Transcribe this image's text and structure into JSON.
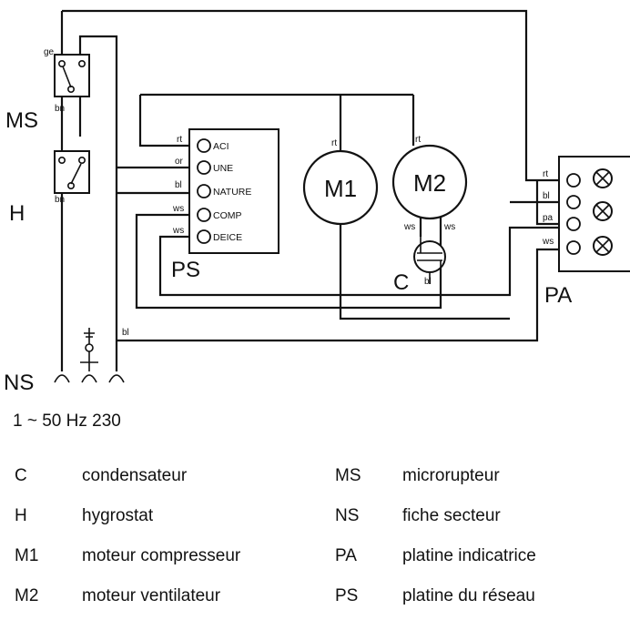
{
  "diagram": {
    "labels": {
      "ms": "MS",
      "h": "H",
      "ps": "PS",
      "ns": "NS",
      "pa": "PA",
      "c": "C",
      "m1": "M1",
      "m2": "M2"
    },
    "wire_codes": {
      "ge": "ge",
      "bn_ms": "bn",
      "bn_h": "bn",
      "bl_ns": "bl",
      "ps_rt": "rt",
      "ps_or": "or",
      "ps_bl": "bl",
      "ps_ws1": "ws",
      "ps_ws2": "ws",
      "m1_rt": "rt",
      "m2_rt": "rt",
      "m2_ws_l": "ws",
      "m2_ws_r": "ws",
      "c_bl": "bl",
      "pa_rt": "rt",
      "pa_bl": "bl",
      "pa_pa": "pa",
      "pa_ws": "ws"
    },
    "ps_terminals": [
      "ACI",
      "UNE",
      "NATURE",
      "COMP",
      "DEICE"
    ]
  },
  "supply": "1 ~ 50 Hz 230",
  "legend": [
    {
      "key": "C",
      "value": "condensateur"
    },
    {
      "key": "H",
      "value": "hygrostat"
    },
    {
      "key": "M1",
      "value": "moteur compresseur"
    },
    {
      "key": "M2",
      "value": "moteur ventilateur"
    },
    {
      "key": "MS",
      "value": "microrupteur"
    },
    {
      "key": "NS",
      "value": "fiche secteur"
    },
    {
      "key": "PA",
      "value": "platine indicatrice"
    },
    {
      "key": "PS",
      "value": "platine du réseau"
    }
  ]
}
